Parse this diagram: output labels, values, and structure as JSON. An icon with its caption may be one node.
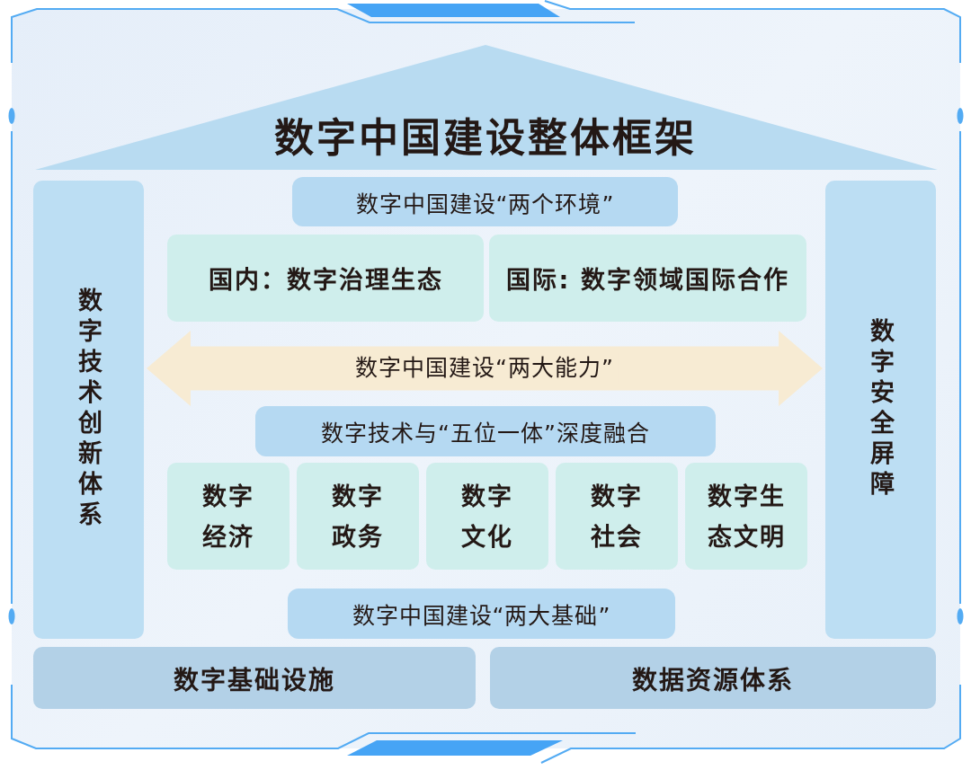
{
  "diagram": {
    "title": "数字中国建设整体框架",
    "nodes": [
      {
        "text": [
          "数字技术创新体系"
        ]
      },
      {
        "text": [
          "数字中国建设“两个环境”"
        ]
      },
      {
        "text": [
          "国内：数字治理生态"
        ]
      },
      {
        "text": [
          "国际: 数字领域国际合作"
        ]
      },
      {
        "text": [
          "数字技术与“五位一体”深度融合"
        ]
      },
      {
        "text": [
          "数字经济"
        ]
      },
      {
        "text": [
          "数字政务"
        ]
      },
      {
        "text": [
          "数字文化"
        ]
      },
      {
        "text": [
          "数字社会"
        ]
      },
      {
        "text": [
          "数字生态文明"
        ]
      },
      {
        "text": [
          "数字中国建设“两大基础”"
        ]
      },
      {
        "text": [
          "数字安全屏障"
        ]
      },
      {
        "text": [
          "数字基础设施"
        ]
      },
      {
        "text": [
          "数据资源体系"
        ]
      }
    ],
    "edges": [
      {
        "from": 0,
        "to": 11,
        "arrow": "both",
        "label": "数字中国建设“两大能力”",
        "style": "thick"
      }
    ]
  }
}
